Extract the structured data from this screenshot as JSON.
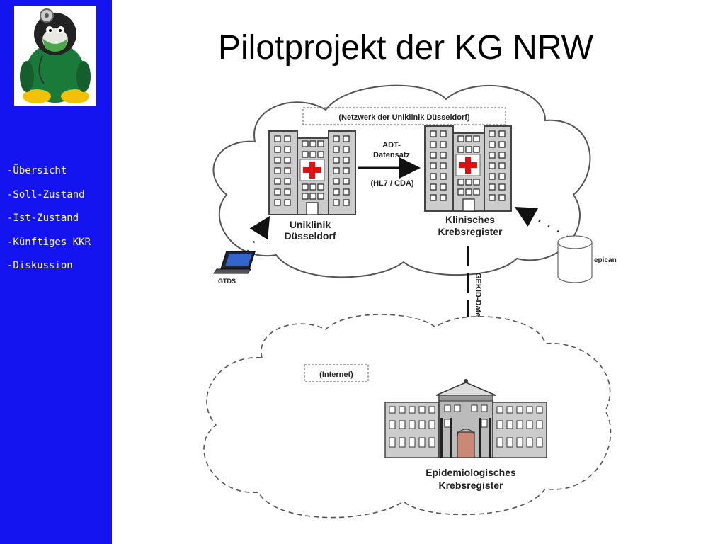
{
  "slide": {
    "title": "Pilotprojekt der KG NRW"
  },
  "sidebar": {
    "background_color": "#1414f0",
    "text_color": "#ffff66",
    "logo": {
      "icon": "penguin-doctor-icon"
    },
    "items": [
      {
        "label": "-Übersicht"
      },
      {
        "label": "-Soll-Zustand"
      },
      {
        "label": "-Ist-Zustand"
      },
      {
        "label": "-Künftiges KKR"
      },
      {
        "label": "-Diskussion"
      }
    ]
  },
  "diagram": {
    "top_cloud": {
      "label": "(Netzwerk der Uniklinik Düsseldorf)"
    },
    "bottom_cloud": {
      "label": "(Internet)"
    },
    "uniklinik": {
      "line1": "Uniklinik",
      "line2": "Düsseldorf"
    },
    "krebsregister": {
      "line1": "Klinisches",
      "line2": "Krebsregister"
    },
    "adt_arrow": {
      "line1": "ADT-",
      "line2": "Datensatz",
      "line3": "(HL7 / CDA)"
    },
    "gekid_arrow": {
      "label": "GEKID-Datensatz"
    },
    "gtds": {
      "label": "GTDS"
    },
    "epican": {
      "label": "epican"
    },
    "epidemiologisches": {
      "line1": "Epidemiologisches",
      "line2": "Krebsregister"
    }
  }
}
